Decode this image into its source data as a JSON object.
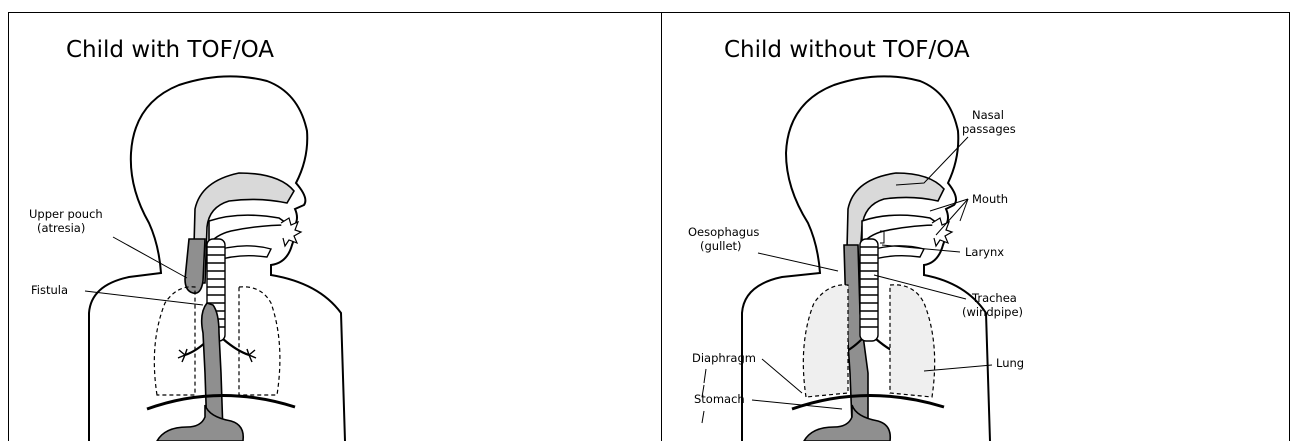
{
  "panels": [
    {
      "title": "Child with TOF/OA",
      "labels": {
        "upper_pouch": "Upper pouch",
        "atresia": "(atresia)",
        "fistula": "Fistula"
      }
    },
    {
      "title": "Child without TOF/OA",
      "labels": {
        "nasal": "Nasal",
        "passages": "passages",
        "mouth": "Mouth",
        "oesophagus": "Oesophagus",
        "gullet": "(gullet)",
        "larynx": "Larynx",
        "trachea": "Trachea",
        "windpipe": "(windpipe)",
        "diaphragm": "Diaphragm",
        "lung": "Lung",
        "stomach": "Stomach"
      }
    }
  ],
  "colors": {
    "organ_fill": "#8f8f8f",
    "airway_fill": "#d9d9d9",
    "lung_fill": "#efefef",
    "outline": "#000000"
  }
}
